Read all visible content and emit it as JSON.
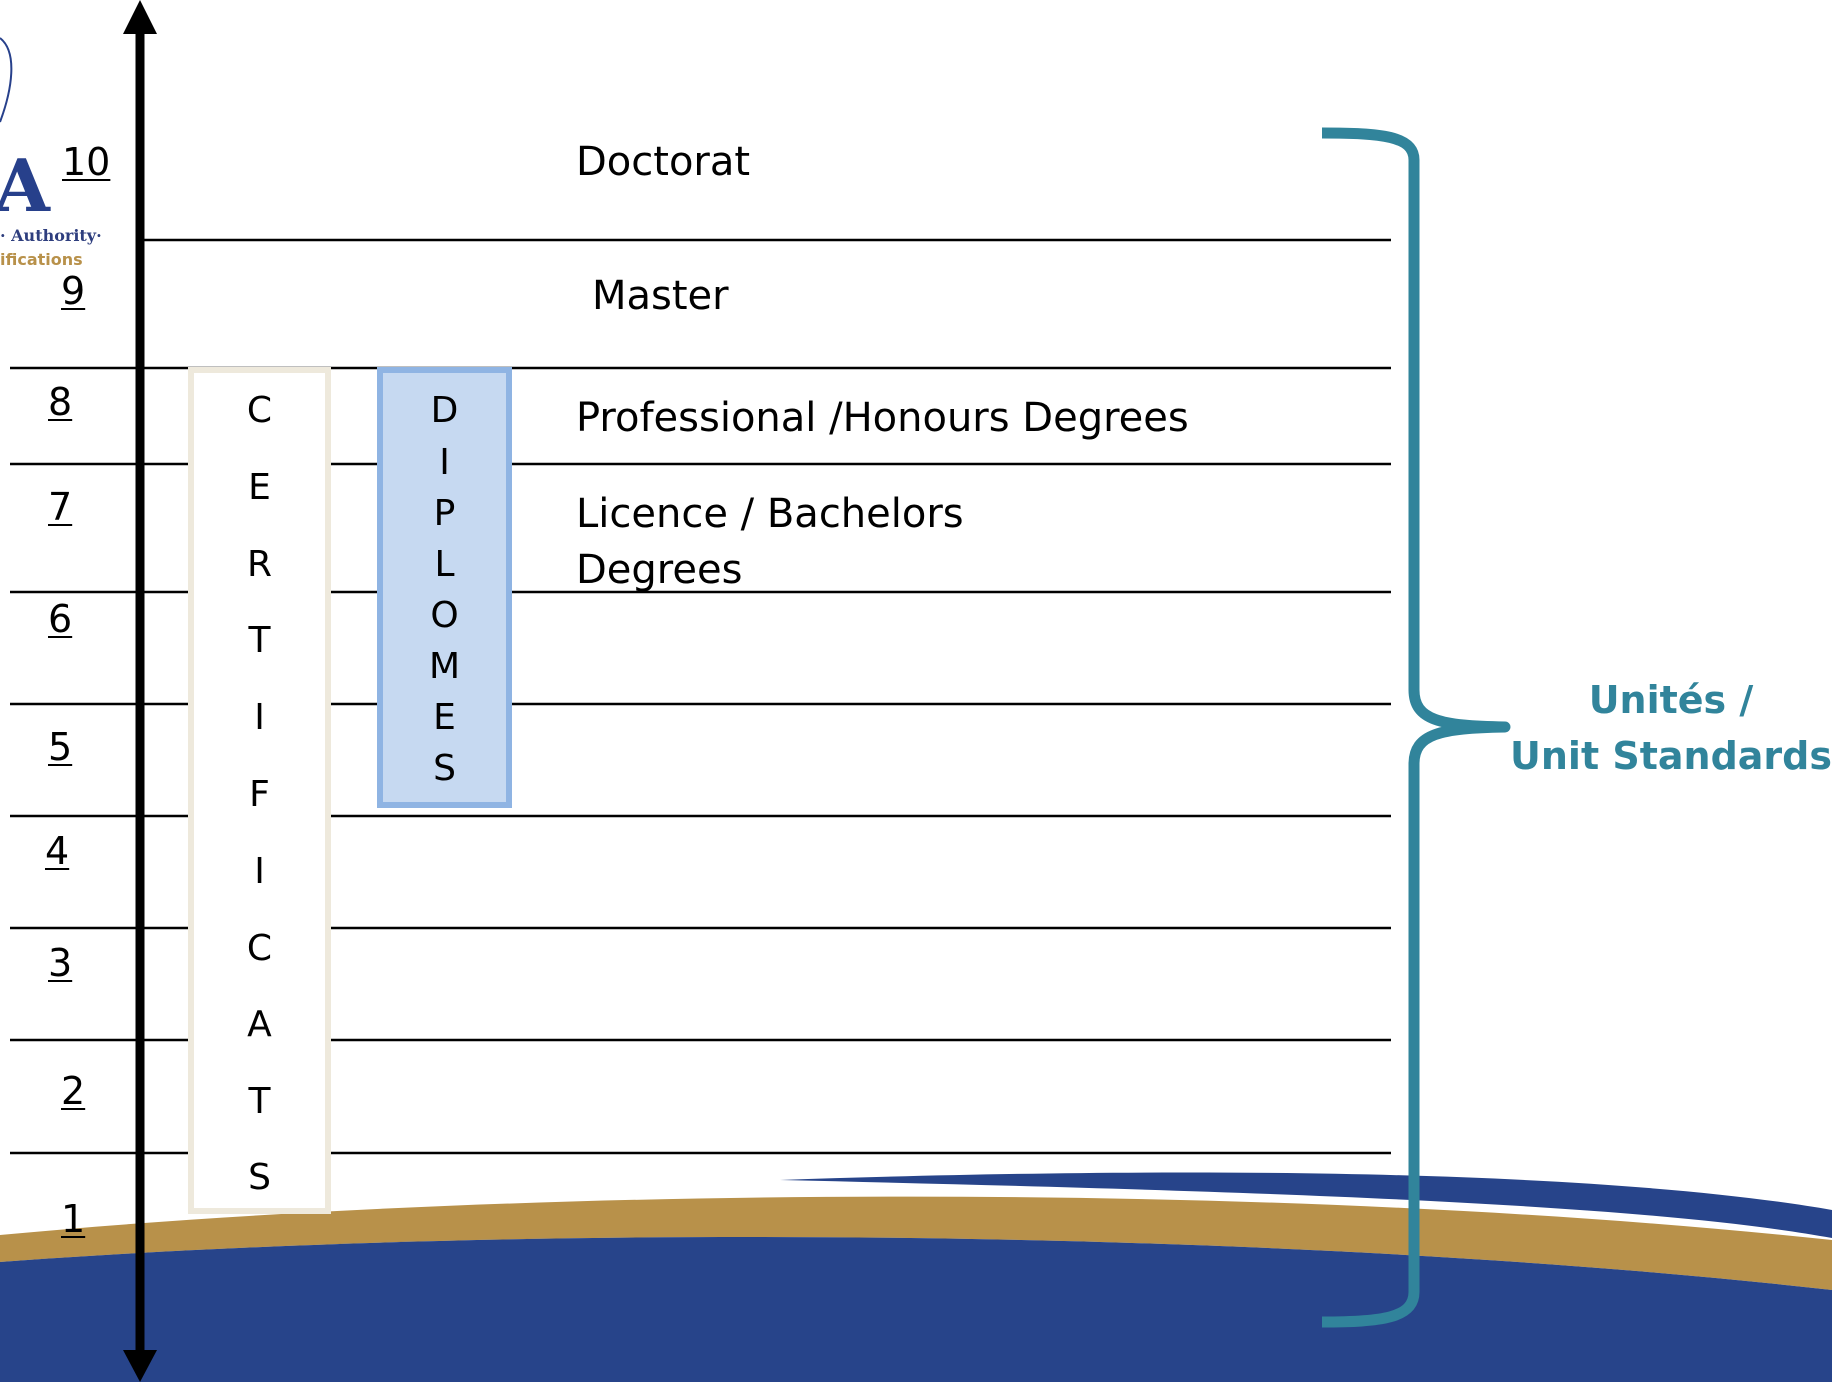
{
  "logo": {
    "letter": "A",
    "line1": "· Authority·",
    "line2": "ifications",
    "colors": {
      "navy": "#27408b",
      "gold": "#b8914a"
    }
  },
  "levels": [
    "10",
    "9",
    "8",
    "7",
    "6",
    "5",
    "4",
    "3",
    "2",
    "1"
  ],
  "qualifications": {
    "doctorat": "Doctorat",
    "master": "Master",
    "professional": "Professional /Honours Degrees",
    "licence_line1": "Licence / Bachelors",
    "licence_line2": "Degrees"
  },
  "certificats": {
    "letters": [
      "C",
      "E",
      "R",
      "T",
      "I",
      "F",
      "I",
      "C",
      "A",
      "T",
      "S"
    ],
    "colors": {
      "border": "#eee9dc",
      "fill": "#ffffff"
    }
  },
  "diplomes": {
    "letters": [
      "D",
      "I",
      "P",
      "L",
      "O",
      "M",
      "E",
      "S"
    ],
    "colors": {
      "border": "#8fb4e3",
      "fill": "#c6d9f1"
    }
  },
  "unit_standards": {
    "line1": "Unités /",
    "line2": "Unit Standards",
    "color": "#31849b"
  },
  "colors": {
    "axis": "#000000",
    "grid_line": "#000000",
    "brace": "#31849b",
    "wave_navy": "#27448a",
    "wave_gold": "#b8914a"
  }
}
